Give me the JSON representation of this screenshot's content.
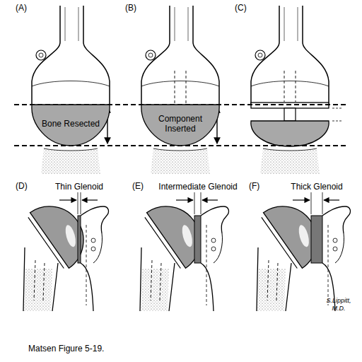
{
  "diagram": {
    "caption": "Matsen Figure 5-19.",
    "nodes": [
      {
        "text": [
          "Bone Resected"
        ]
      },
      {
        "text": [
          "Component Inserted"
        ]
      }
    ],
    "edges": [],
    "labels": [
      "(A)",
      "(B)",
      "(C)",
      "(D)",
      "Thin Glenoid",
      "(E)",
      "Intermediate Glenoid",
      "(F)",
      "Thick Glenoid",
      "S.Lippitt, M.D."
    ]
  }
}
